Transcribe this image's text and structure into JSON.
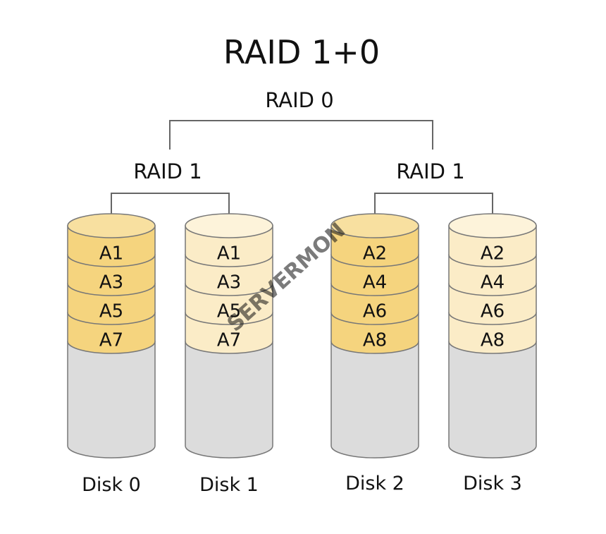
{
  "title": "RAID 1+0",
  "top_group": {
    "label": "RAID 0"
  },
  "mirror_groups": [
    {
      "label": "RAID 1"
    },
    {
      "label": "RAID 1"
    }
  ],
  "disks": [
    {
      "label": "Disk 0",
      "blocks": [
        "A1",
        "A3",
        "A5",
        "A7"
      ],
      "style": "primary"
    },
    {
      "label": "Disk 1",
      "blocks": [
        "A1",
        "A3",
        "A5",
        "A7"
      ],
      "style": "mirror"
    },
    {
      "label": "Disk 2",
      "blocks": [
        "A2",
        "A4",
        "A6",
        "A8"
      ],
      "style": "primary"
    },
    {
      "label": "Disk 3",
      "blocks": [
        "A2",
        "A4",
        "A6",
        "A8"
      ],
      "style": "mirror"
    }
  ],
  "watermark": {
    "part1": "SERVER",
    "part2": "MON"
  },
  "colors": {
    "primary_fill": "#f5d47e",
    "primary_top": "#f8e0a0",
    "mirror_fill": "#fbecc7",
    "mirror_top": "#fdf3da",
    "empty_fill": "#dcdcdc",
    "outline": "#777777",
    "connector": "#666666",
    "watermark_gray": "#b9b9b9",
    "watermark_green": "#b6dc84"
  }
}
